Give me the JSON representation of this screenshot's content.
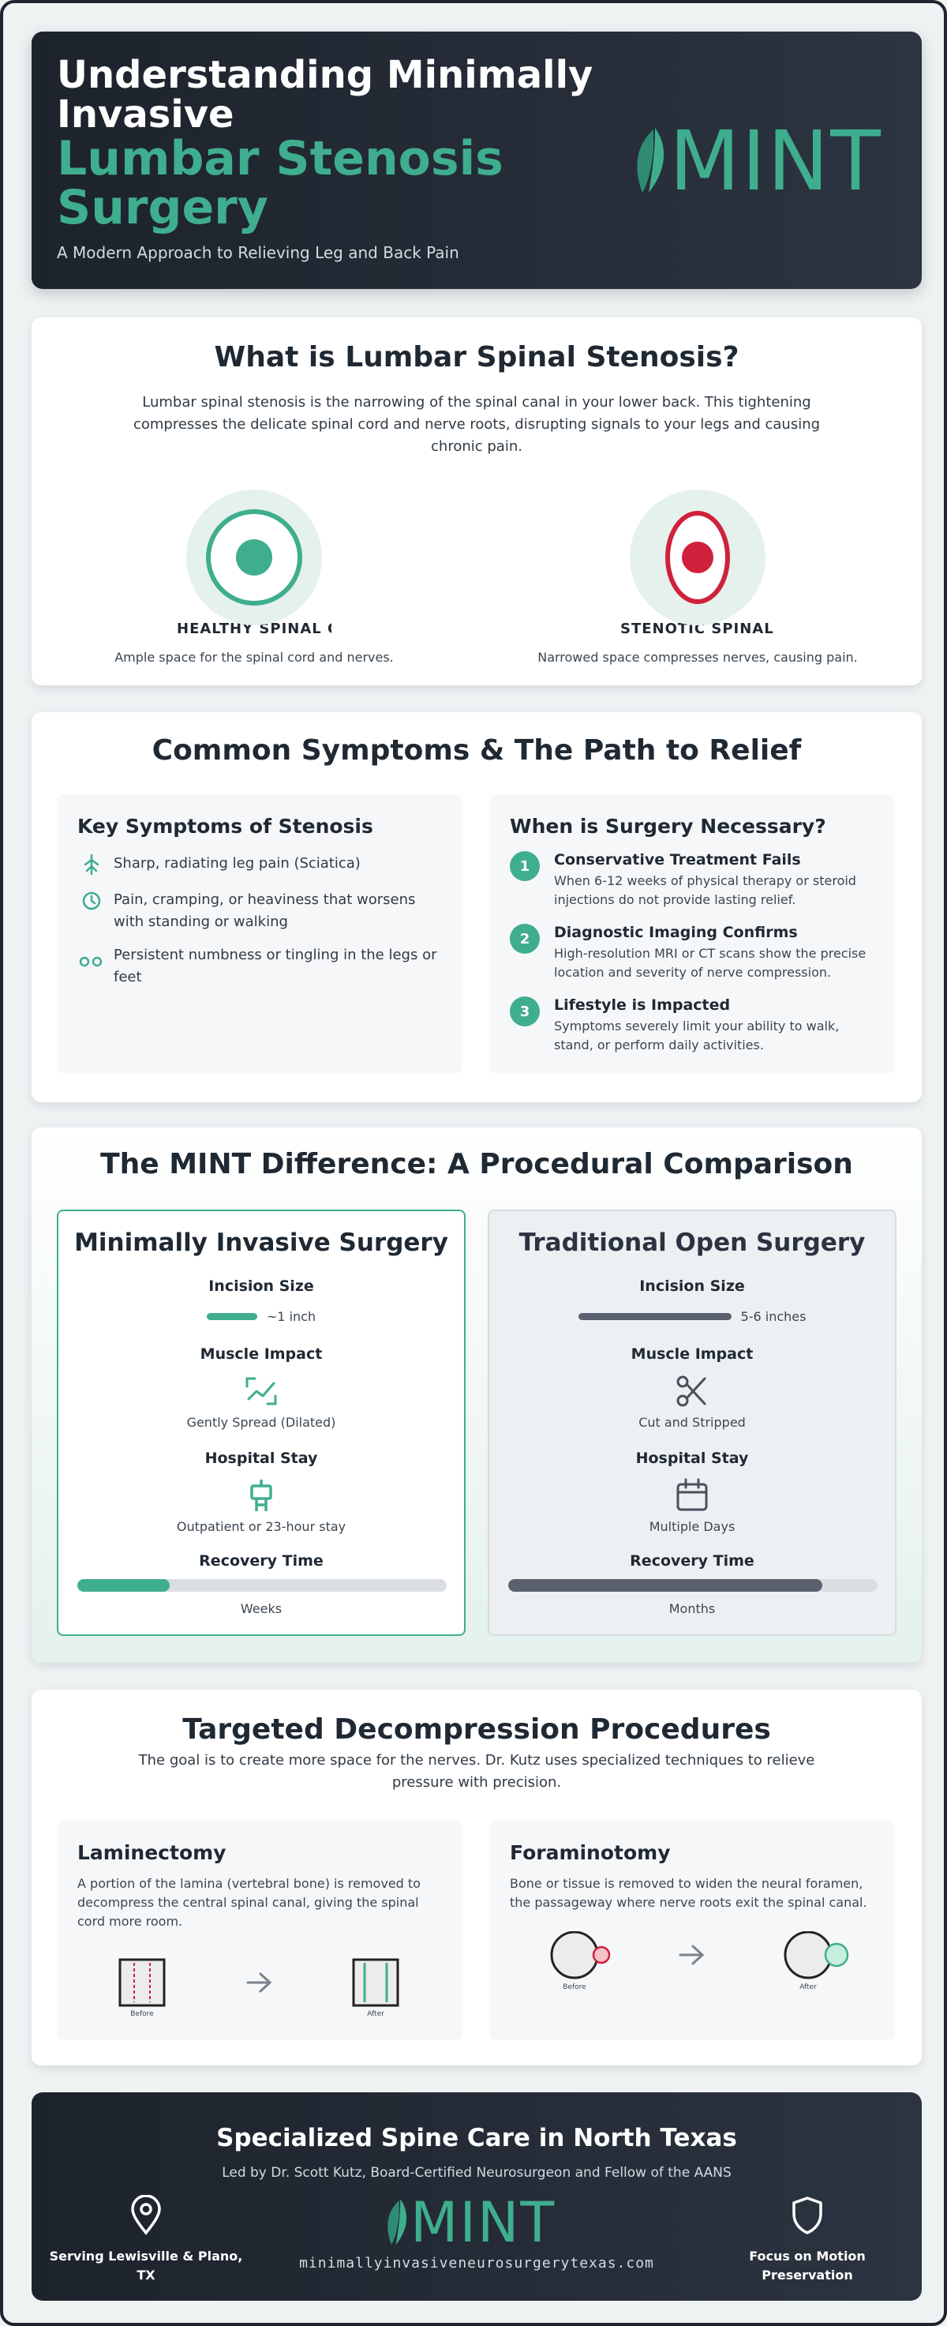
{
  "colors": {
    "accent": "#3fae8e",
    "dark": "#1d232c",
    "danger": "#d0213c",
    "gray_bar": "#5a606e"
  },
  "header": {
    "title_line": "Understanding Minimally Invasive",
    "title_accent": "Lumbar Stenosis Surgery",
    "subtitle": "A Modern Approach to Relieving Leg and Back Pain",
    "logo_text": "MINT"
  },
  "what": {
    "title": "What is Lumbar Spinal Stenosis?",
    "text": "Lumbar spinal stenosis is the narrowing of the spinal canal in your lower back. This tightening compresses the delicate spinal cord and nerve roots, disrupting signals to your legs and causing chronic pain.",
    "healthy": {
      "label": "HEALTHY SPINAL CANAL",
      "desc": "Ample space for the spinal cord and nerves."
    },
    "stenotic": {
      "label": "STENOTIC SPINAL CANAL",
      "desc": "Narrowed space compresses nerves, causing pain."
    }
  },
  "symptoms": {
    "title": "Common Symptoms & The Path to Relief",
    "key_title": "Key Symptoms of Stenosis",
    "items": [
      {
        "icon": "lightning-nerve-icon",
        "text": "Sharp, radiating leg pain (Sciatica)"
      },
      {
        "icon": "clock-icon",
        "text": "Pain, cramping, or heaviness that worsens with standing or walking"
      },
      {
        "icon": "tingling-dots-icon",
        "text": "Persistent numbness or tingling in the legs or feet"
      }
    ],
    "surgery_title": "When is Surgery Necessary?",
    "steps": [
      {
        "num": "1",
        "title": "Conservative Treatment Fails",
        "desc": "When 6-12 weeks of physical therapy or steroid injections do not provide lasting relief."
      },
      {
        "num": "2",
        "title": "Diagnostic Imaging Confirms",
        "desc": "High-resolution MRI or CT scans show the precise location and severity of nerve compression."
      },
      {
        "num": "3",
        "title": "Lifestyle is Impacted",
        "desc": "Symptoms severely limit your ability to walk, stand, or perform daily activities."
      }
    ]
  },
  "comparison": {
    "title": "The MINT Difference: A Procedural Comparison",
    "labels": {
      "incision": "Incision Size",
      "muscle": "Muscle Impact",
      "stay": "Hospital Stay",
      "recovery": "Recovery Time"
    },
    "mint": {
      "title": "Minimally Invasive Surgery",
      "incision": "~1 inch",
      "muscle": "Gently Spread (Dilated)",
      "stay": "Outpatient or 23-hour stay",
      "recovery": "Weeks",
      "recovery_fraction": 0.25
    },
    "traditional": {
      "title": "Traditional Open Surgery",
      "incision": "5-6 inches",
      "muscle": "Cut and Stripped",
      "stay": "Multiple Days",
      "recovery": "Months",
      "recovery_fraction": 0.85
    }
  },
  "procedures": {
    "title": "Targeted Decompression Procedures",
    "text": "The goal is to create more space for the nerves. Dr. Kutz uses specialized techniques to relieve pressure with precision.",
    "laminectomy": {
      "title": "Laminectomy",
      "desc": "A portion of the lamina (vertebral bone) is removed to decompress the central spinal canal, giving the spinal cord more room.",
      "before": "Before",
      "after": "After"
    },
    "foraminotomy": {
      "title": "Foraminotomy",
      "desc": "Bone or tissue is removed to widen the neural foramen, the passageway where nerve roots exit the spinal canal.",
      "before": "Before",
      "after": "After"
    }
  },
  "footer": {
    "title": "Specialized Spine Care in North Texas",
    "subtitle": "Led by Dr. Scott Kutz, Board-Certified Neurosurgeon and Fellow of the AANS",
    "left": "Serving Lewisville & Plano, TX",
    "right": "Focus on Motion Preservation",
    "logo_text": "MINT",
    "url": "minimallyinvasiveneurosurgerytexas.com"
  }
}
